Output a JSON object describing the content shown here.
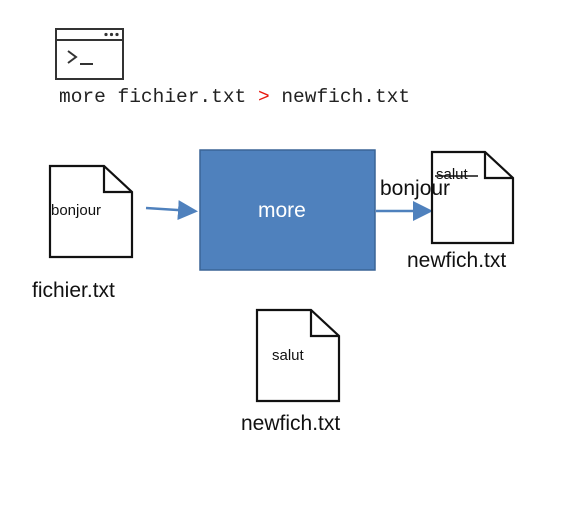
{
  "command": {
    "program": "more",
    "input_file": "fichier.txt",
    "operator": ">",
    "output_file": "newfich.txt"
  },
  "diagram": {
    "process_label": "more",
    "source_doc": {
      "content": "bonjour",
      "filename": "fichier.txt"
    },
    "flow_text": "bonjour",
    "overwritten_doc": {
      "old_content": "salut",
      "filename": "newfich.txt"
    },
    "original_doc": {
      "content": "salut",
      "filename": "newfich.txt"
    }
  },
  "colors": {
    "process_fill": "#4f81bd",
    "process_stroke": "#3a6496",
    "arrow": "#4f81bd",
    "operator": "#e8190f"
  },
  "icons": [
    "terminal-icon",
    "document-icon"
  ]
}
